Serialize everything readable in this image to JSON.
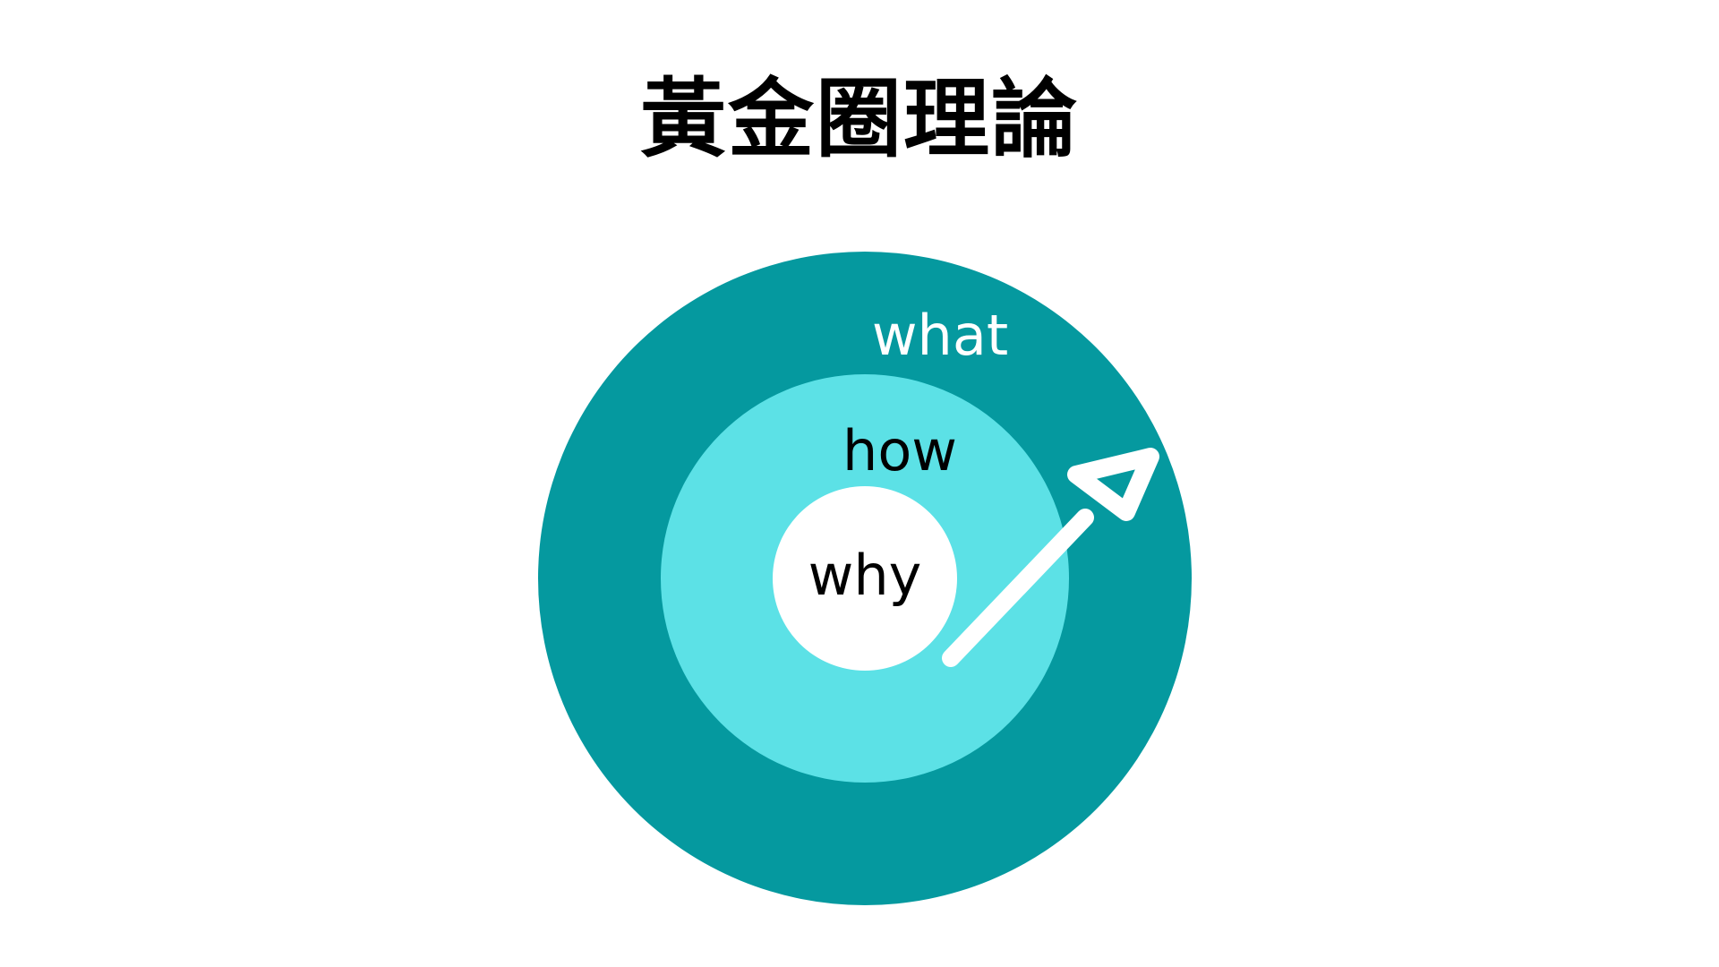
{
  "title": "黃金圈理論",
  "rings": {
    "outer": {
      "label": "what",
      "color": "#05999f",
      "label_color": "#ffffff"
    },
    "middle": {
      "label": "how",
      "color": "#5ce1e6",
      "label_color": "#000000"
    },
    "inner": {
      "label": "why",
      "color": "#ffffff",
      "label_color": "#000000"
    }
  },
  "arrow": {
    "icon": "arrow-up-right-icon",
    "color": "#ffffff"
  }
}
